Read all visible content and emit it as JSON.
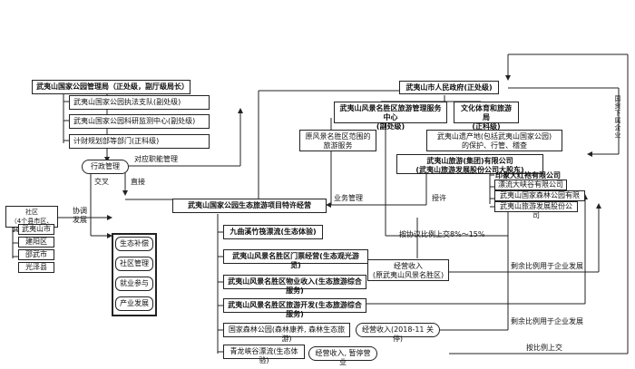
{
  "left_panel": {
    "park_admin": "武夷山国家公园管理局（正处级，副厅级局长）",
    "units": [
      "武夷山国家公园执法支队(副处级)",
      "武夷山国家公园科研监测中心(副处级)",
      "计财规划部等部门(正科级)"
    ],
    "admin_mgmt": "行政管理",
    "cross": "交叉",
    "direct": "直接",
    "community": "社区\n（4个县市区、29个行政村）",
    "coordinate": "协调\n发展",
    "counties": [
      "武夷山市",
      "建阳区",
      "邵武市",
      "光泽县"
    ],
    "functions": [
      "生态补偿",
      "社区管理",
      "就业参与",
      "产业发展"
    ]
  },
  "top": {
    "government": "武夷山市人民政府(正处级)",
    "scenic_service": "武夷山风景名胜区旅游管理服务中心\n(副处级)",
    "culture_bureau": "文化体育和旅游局\n(正科级)",
    "scenic_tourism": "原风景名胜区范围的\n旅游服务",
    "heritage": "武夷山遗产地(包括武夷山国家公园)\n的保护、行管、稽查",
    "group": "武夷山旅游(集团)有限公司\n(武夷山旅游发展股份公司大股东)",
    "companies": [
      "印象大红袍有限公司",
      "漂流大峡谷有限公司",
      "武夷山国家森林公园有限公司",
      "武夷山旅游发展股份公司"
    ]
  },
  "middle": {
    "franchise": "武夷山国家公园生态旅游项目特许经营",
    "projects": [
      "九曲溪竹筏漂流(生态体验)",
      "武夷山风景名胜区门票经营(生态观光游览)",
      "武夷山风景名胜区物业收入(生态旅游综合服务)",
      "武夷山风景名胜区旅游开发(生态旅游综合服务)",
      "国家森林公园(森林康养, 森林生态旅游)",
      "青龙峡谷漂流(生态体验)"
    ],
    "revenue": "经营收入\n(原武夷山风景名胜区)",
    "closed": "经营收入(2018-11 关停)",
    "suspended": "经营收入, 暂停营业"
  },
  "labels": {
    "functional_mgmt": "对应职能管理",
    "business_mgmt": "业务管理",
    "licensed": "授许",
    "ratio": "按协议比例上交8%～15%",
    "remaining1": "剩余比例用于企业发展",
    "remaining2": "剩余比例用于企业发展",
    "proportion": "按比例上交",
    "state_enterprise": "国资下属企业"
  }
}
